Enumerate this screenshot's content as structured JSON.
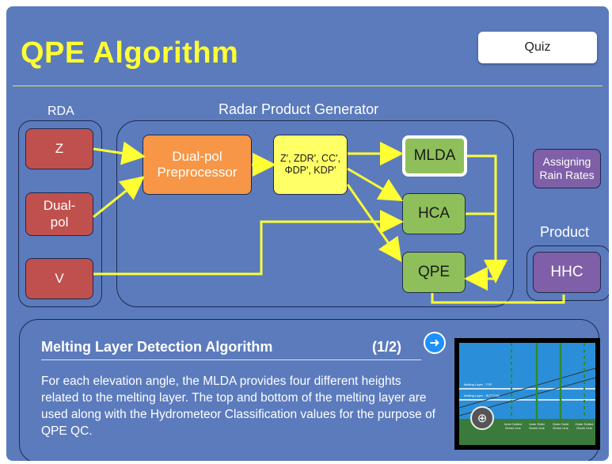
{
  "header": {
    "title": "QPE Algorithm",
    "quiz_label": "Quiz"
  },
  "diagram": {
    "rda_label": "RDA",
    "rpg_label": "Radar Product Generator",
    "product_label": "Product",
    "inputs": {
      "z": "Z",
      "dualpol": "Dual-\npol",
      "v": "V"
    },
    "preprocessor": "Dual-pol\nPreprocessor",
    "variables": "Z', ZDR', CC',\nΦDP', KDP'",
    "algorithms": {
      "mlda": "MLDA",
      "hca": "HCA",
      "qpe": "QPE"
    },
    "assigning": "Assigning\nRain Rates",
    "hhc": "HHC",
    "colors": {
      "input": "#c0504d",
      "preproc": "#f79646",
      "vars": "#ffff66",
      "algo": "#8fbf5a",
      "product": "#7f5fa8",
      "arrow": "#ffff33"
    }
  },
  "panel": {
    "title": "Melting Layer Detection Algorithm",
    "page": "(1/2)",
    "next_icon": "arrow-right",
    "text": "For each elevation angle, the MLDA provides four different heights related to the melting layer. The top and bottom of the melting layer are used along with the Hydrometeor Classification values for the purpose of QPE QC.",
    "thumbnail": {
      "top_label": "Melting Layer - TOP",
      "bottom_label": "Melting Layer - BOTTOM",
      "line_labels": [
        "Inner Dotted Green Line",
        "Inner Solid Green Line",
        "Outer Solid Green Line",
        "Outer Dotted Green Line"
      ]
    }
  }
}
